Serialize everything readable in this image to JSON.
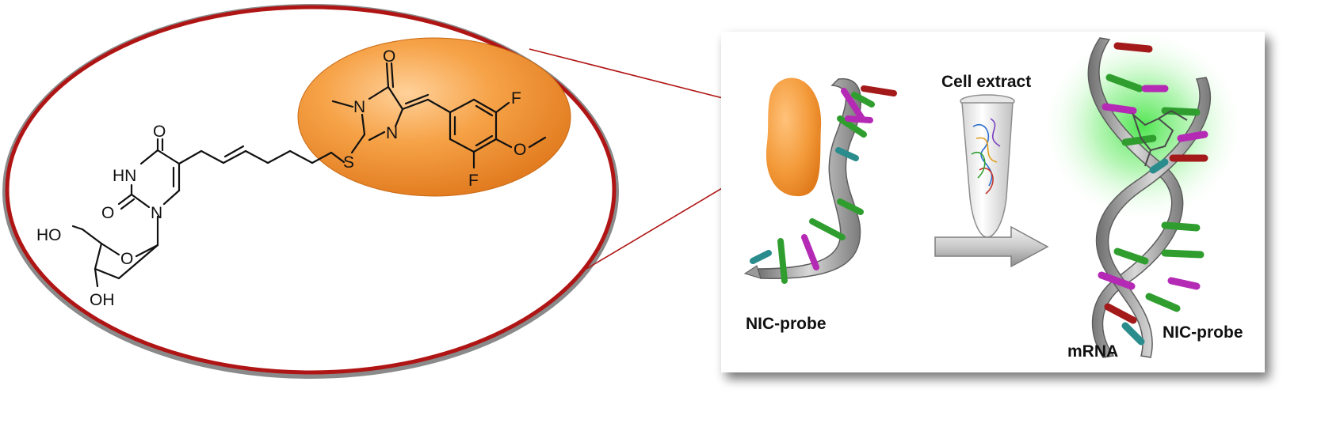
{
  "molecule": {
    "atoms": {
      "o_top_imid": "O",
      "n_methyl": "N",
      "n_imine": "N",
      "s": "S",
      "f_top": "F",
      "f_bottom": "F",
      "o_methoxy": "O",
      "o_uracil_top": "O",
      "hn": "HN",
      "o_uracil_left": "O",
      "n_uracil": "N",
      "ho": "HO",
      "o_ring": "O",
      "oh": "OH"
    }
  },
  "panel": {
    "cell_extract": "Cell extract",
    "nic_probe_left": "NIC-probe",
    "mrna": "mRNA",
    "nic_probe_right": "NIC-probe"
  },
  "colors": {
    "ellipse_outer": "#8a8a8a",
    "ellipse_inner": "#b01515",
    "orange_blob": "#f29a3a",
    "fluorophore_glow": "#4fe04f",
    "base_green": "#2f9e2f",
    "base_magenta": "#b52ab5",
    "base_red": "#a41a1a",
    "base_teal": "#2a8c8c"
  }
}
